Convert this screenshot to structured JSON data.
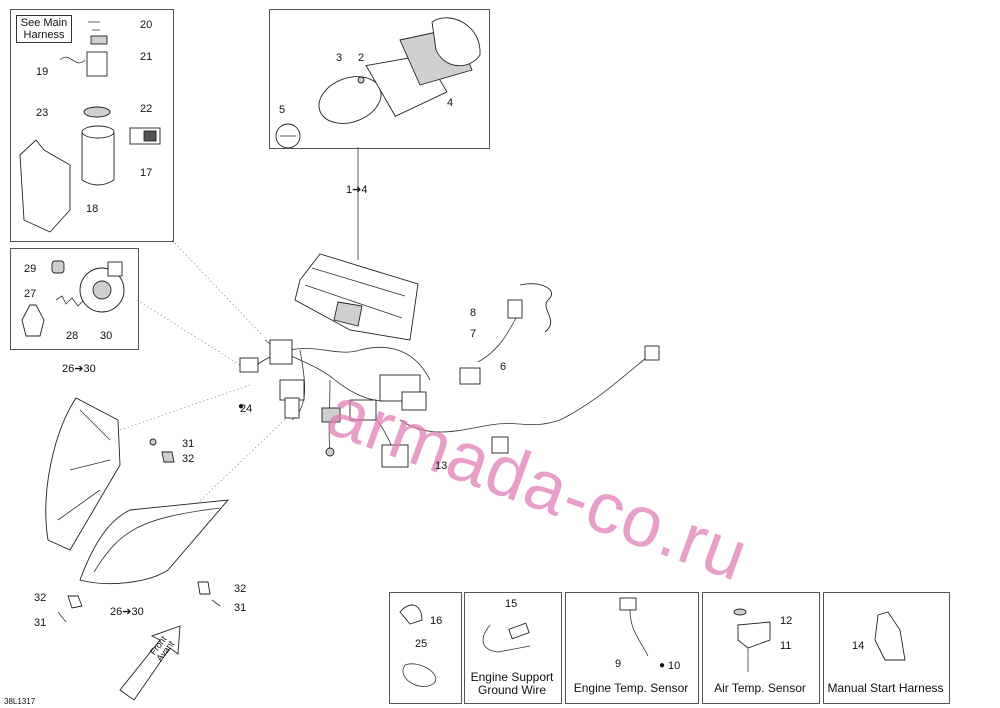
{
  "watermark": "armada-co.ru",
  "reference_code": "38L1317",
  "front_arrow": {
    "line1": "Front",
    "line2": "Avant"
  },
  "notes": {
    "see_main_harness": "See Main Harness"
  },
  "captions": {
    "engine_support_ground_wire": "Engine Support Ground Wire",
    "engine_temp_sensor": "Engine Temp. Sensor",
    "air_temp_sensor": "Air Temp. Sensor",
    "manual_start_harness": "Manual Start Harness"
  },
  "callouts": {
    "c20": "20",
    "c21": "21",
    "c19": "19",
    "c23": "23",
    "c22": "22",
    "c17": "17",
    "c18": "18",
    "c3": "3",
    "c2": "2",
    "c5": "5",
    "c4": "4",
    "c1to4": "1➔4",
    "c29": "29",
    "c27": "27",
    "c28": "28",
    "c30": "30",
    "c26to30a": "26➔30",
    "c8": "8",
    "c7": "7",
    "c6": "6",
    "c24": "24",
    "c13": "13",
    "c31a": "31",
    "c32a": "32",
    "c32b": "32",
    "c31b": "31",
    "c32c": "32",
    "c31c": "31",
    "c26to30b": "26➔30",
    "c16": "16",
    "c25": "25",
    "c15": "15",
    "c9": "9",
    "c10": "10",
    "c12": "12",
    "c11": "11",
    "c14": "14"
  }
}
